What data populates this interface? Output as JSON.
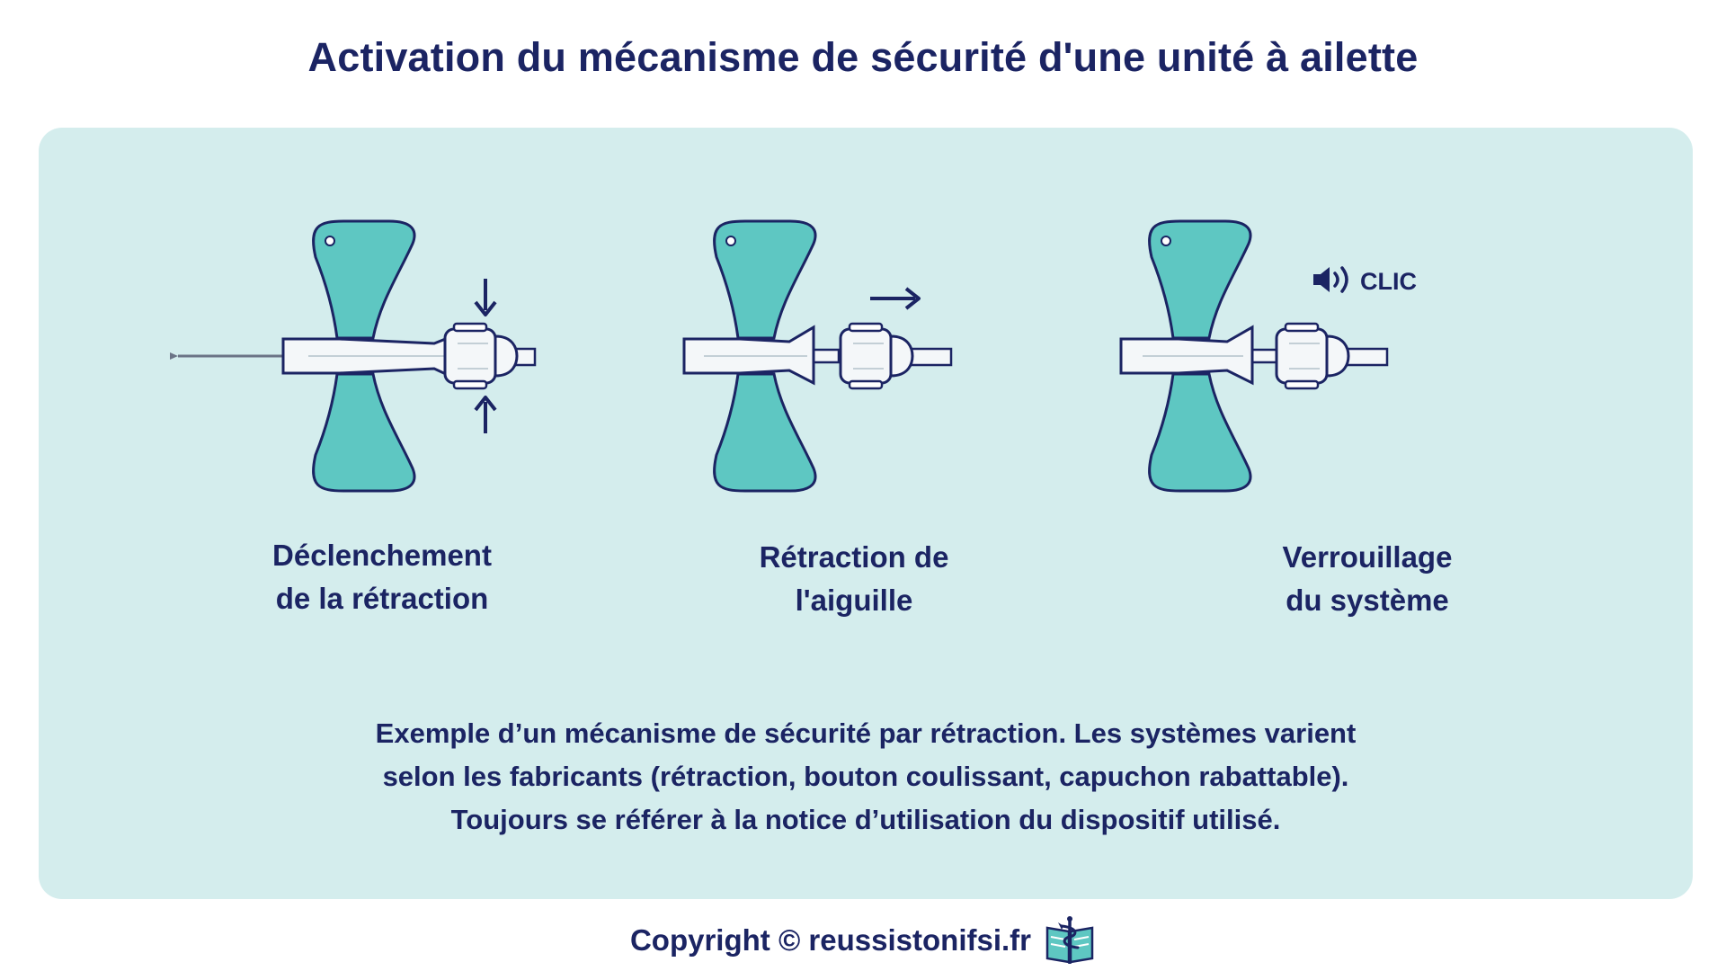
{
  "title": "Activation du mécanisme de sécurité d'une unité à ailette",
  "steps": [
    {
      "label_lines": [
        "Déclenchement",
        "de la rétraction"
      ]
    },
    {
      "label_lines": [
        "Rétraction de",
        "l'aiguille"
      ]
    },
    {
      "label_lines": [
        "Verrouillage",
        "du système"
      ]
    }
  ],
  "sound_text": "CLIC",
  "note_lines": [
    "Exemple d’un mécanisme de sécurité par rétraction. Les systèmes varient",
    "selon les fabricants (rétraction, bouton coulissant, capuchon rabattable).",
    "Toujours se référer à la notice d’utilisation du dispositif utilisé."
  ],
  "footer": {
    "copyright": "Copyright © reussistonifsi.fr",
    "logo_icon": "book-caduceus-icon"
  },
  "colors": {
    "title": "#1b2463",
    "panel": "#d4eded",
    "wing": "#5ec7c2",
    "outline": "#1b2463"
  }
}
